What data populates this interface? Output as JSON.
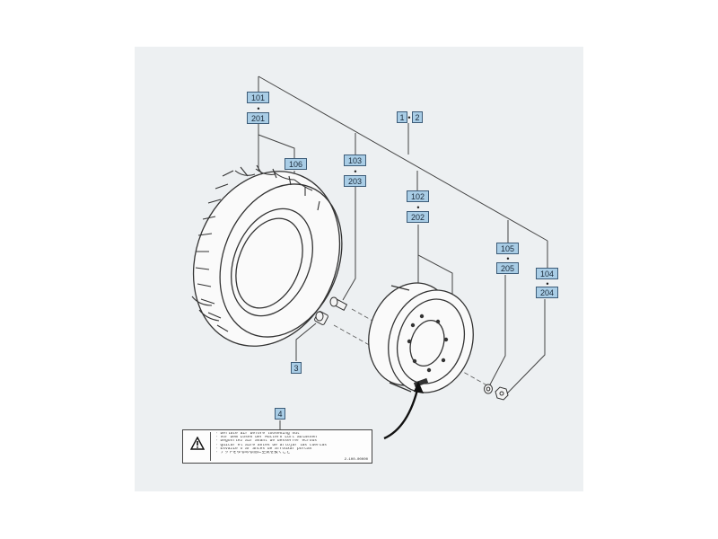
{
  "callouts": {
    "c101": "101",
    "c201": "201",
    "c1": "1",
    "c2": "2",
    "c106": "106",
    "c103": "103",
    "c203": "203",
    "c102": "102",
    "c202": "202",
    "c105": "105",
    "c205": "205",
    "c104": "104",
    "c204": "204",
    "c3": "3",
    "c4": "4"
  },
  "separator": "•",
  "warning_label": {
    "icon": "warning-triangle-icon",
    "lines": [
      "· Deflate air before loosening nut",
      "· Vor dem Losen der Muttern Luft ablassen",
      "· Degonflez air avant de desserrer ecrous",
      "· Quitar el aire antes de aflojar las tuercas",
      "· Esvazie o ar antes de afrouxar porcas",
      "· ナットをゆるめる前に空気を抜くこと"
    ],
    "part_code": "2-100-00000"
  },
  "colors": {
    "callout_fill": "#a9cde6",
    "callout_border": "#3d5c78",
    "line": "#444444",
    "background": "#edf0f2"
  }
}
